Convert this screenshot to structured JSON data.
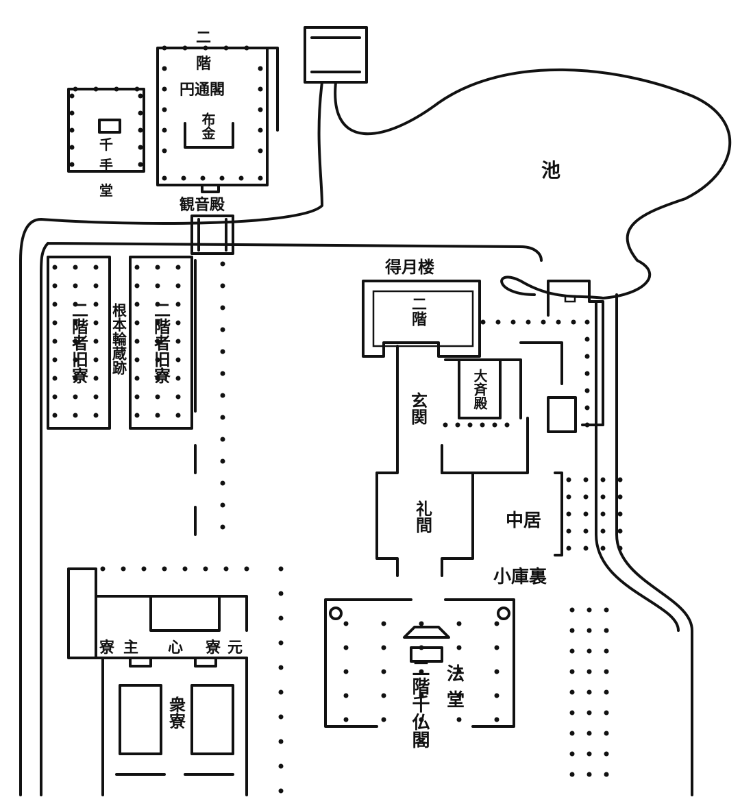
{
  "labels": {
    "pond": "池",
    "kannonden": "観音殿",
    "senjudo_1": "千",
    "senjudo_2": "手",
    "senjudo_3": "堂",
    "entsukaku_top_1": "二",
    "entsukaku_top_2": "階",
    "entsukaku_name": "円通閣",
    "entsukaku_inner": "布金",
    "tokugetsuro": "得月楼",
    "tokugetsuro_inner": "二階",
    "genkan": "玄関",
    "daihoden": "大斉殿",
    "raima": "礼間",
    "nakai": "中居",
    "kokuri": "小庫裏",
    "hatto_1": "法",
    "hatto_2": "堂",
    "senbutsukaku": "二階千仏閣",
    "dorm_left": "二階者旧寮",
    "dorm_right": "二階者旧寮",
    "rinzo": "根本輪蔵跡",
    "shuryo": "衆寮",
    "row_1": "寮",
    "row_2": "主",
    "row_3": "心",
    "row_4": "寮",
    "row_5": "元"
  }
}
